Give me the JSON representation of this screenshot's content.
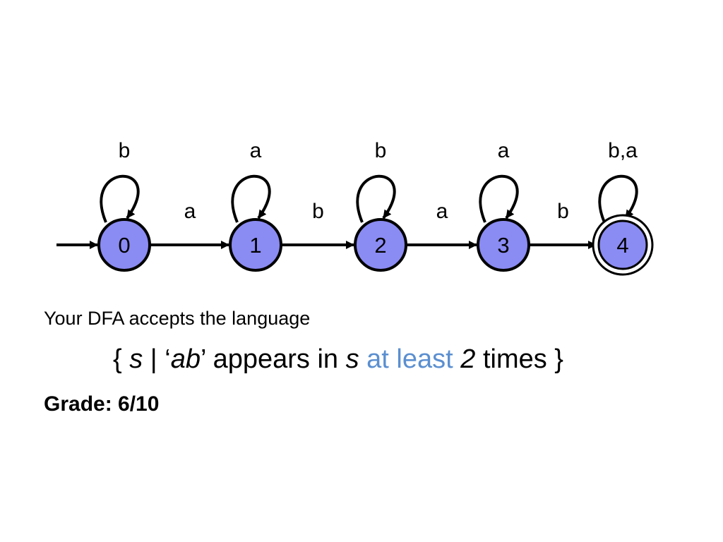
{
  "diagram": {
    "states": [
      {
        "id": "0",
        "accepting": false,
        "start": true
      },
      {
        "id": "1",
        "accepting": false,
        "start": false
      },
      {
        "id": "2",
        "accepting": false,
        "start": false
      },
      {
        "id": "3",
        "accepting": false,
        "start": false
      },
      {
        "id": "4",
        "accepting": true,
        "start": false
      }
    ],
    "transitions": [
      {
        "from": "0",
        "to": "0",
        "label": "b"
      },
      {
        "from": "0",
        "to": "1",
        "label": "a"
      },
      {
        "from": "1",
        "to": "1",
        "label": "a"
      },
      {
        "from": "1",
        "to": "2",
        "label": "b"
      },
      {
        "from": "2",
        "to": "2",
        "label": "b"
      },
      {
        "from": "2",
        "to": "3",
        "label": "a"
      },
      {
        "from": "3",
        "to": "3",
        "label": "a"
      },
      {
        "from": "3",
        "to": "4",
        "label": "b"
      },
      {
        "from": "4",
        "to": "4",
        "label": "b,a"
      }
    ],
    "state_fill_color": "#8b8bf4",
    "state_stroke_color": "#000000"
  },
  "caption": "Your DFA accepts the language",
  "language": {
    "open": "{ ",
    "s1": "s",
    "bar": " | ",
    "q_open": "‘",
    "ab": "ab",
    "q_close": "’",
    "appears": " appears in ",
    "s2": "s",
    "at_least": "at least",
    "two": "2",
    "times": " times }",
    "highlight_color": "#5b8fd0"
  },
  "grade": "Grade: 6/10"
}
